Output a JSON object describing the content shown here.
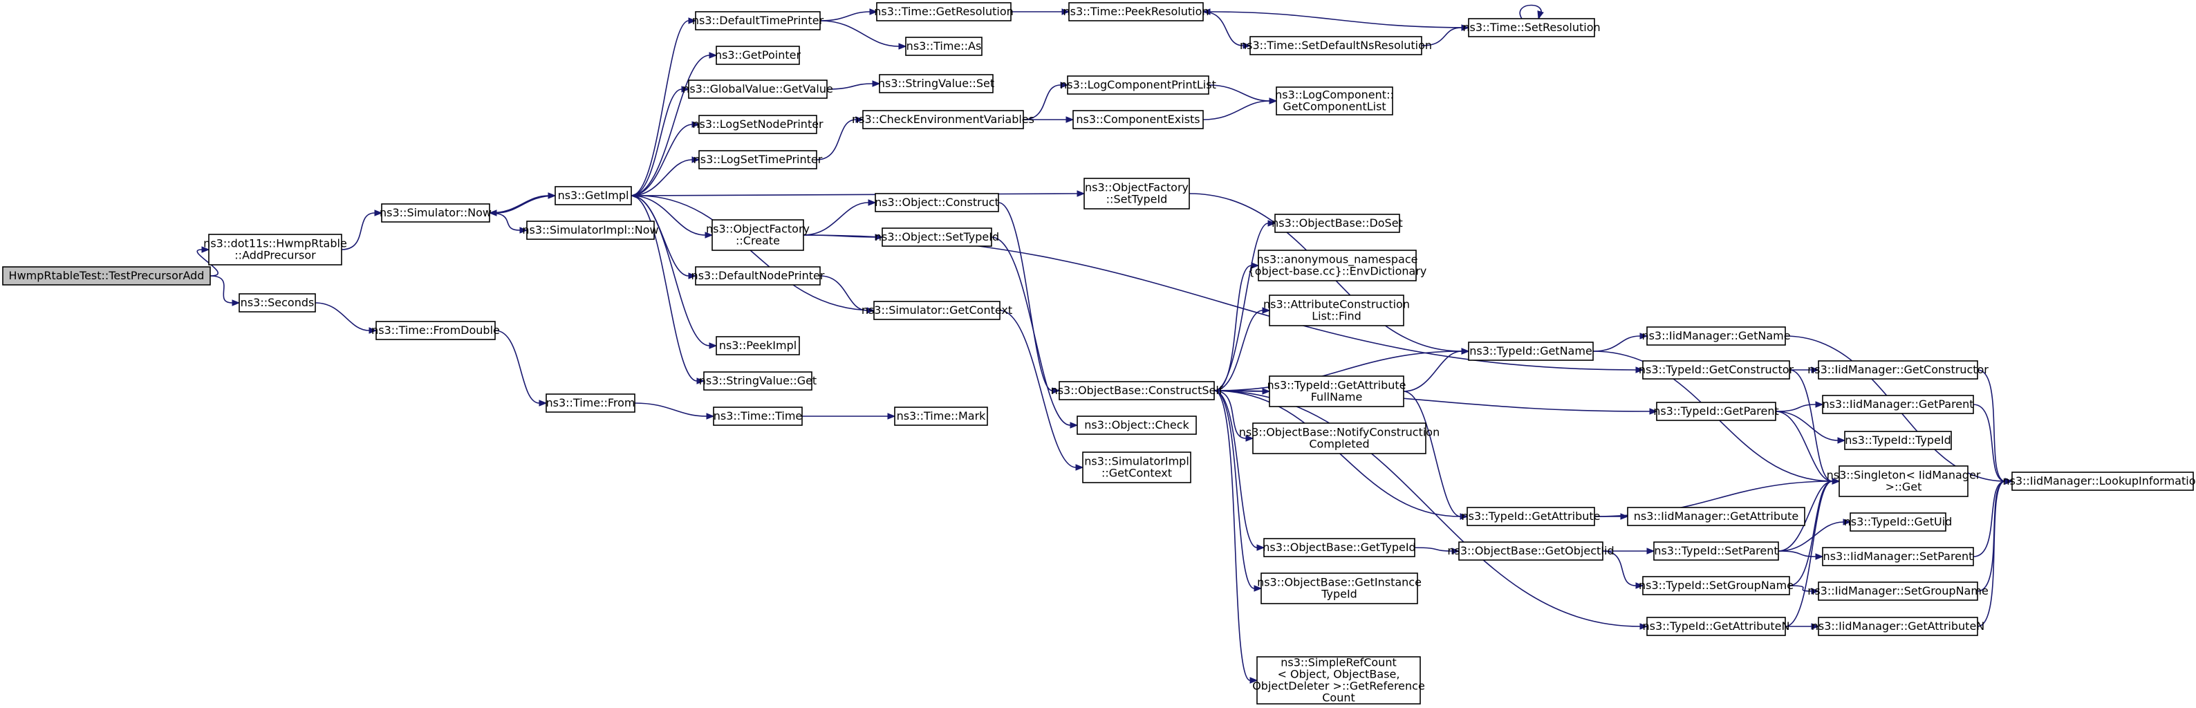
{
  "graph": {
    "edge_color": "#191970",
    "root_fill": "#bfbfbf",
    "nodes": [
      {
        "id": "root",
        "lines": [
          "HwmpRtableTest::TestPrecursorAdd"
        ],
        "root": true
      },
      {
        "id": "addPrecursor",
        "lines": [
          "ns3::dot11s::HwmpRtable",
          "::AddPrecursor"
        ]
      },
      {
        "id": "seconds",
        "lines": [
          "ns3::Seconds"
        ]
      },
      {
        "id": "simNow",
        "lines": [
          "ns3::Simulator::Now"
        ]
      },
      {
        "id": "fromDouble",
        "lines": [
          "ns3::Time::FromDouble"
        ]
      },
      {
        "id": "getImpl",
        "lines": [
          "ns3::GetImpl"
        ]
      },
      {
        "id": "simImplNow",
        "lines": [
          "ns3::SimulatorImpl::Now"
        ]
      },
      {
        "id": "timeFrom",
        "lines": [
          "ns3::Time::From"
        ]
      },
      {
        "id": "defTimePrinter",
        "lines": [
          "ns3::DefaultTimePrinter"
        ]
      },
      {
        "id": "getPointer",
        "lines": [
          "ns3::GetPointer"
        ]
      },
      {
        "id": "gvGetValue",
        "lines": [
          "ns3::GlobalValue::GetValue"
        ]
      },
      {
        "id": "logSetNodePrinter",
        "lines": [
          "ns3::LogSetNodePrinter"
        ]
      },
      {
        "id": "logSetTimePrinter",
        "lines": [
          "ns3::LogSetTimePrinter"
        ]
      },
      {
        "id": "ofCreate",
        "lines": [
          "ns3::ObjectFactory",
          "::Create"
        ]
      },
      {
        "id": "defNodePrinter",
        "lines": [
          "ns3::DefaultNodePrinter"
        ]
      },
      {
        "id": "peekImpl",
        "lines": [
          "ns3::PeekImpl"
        ]
      },
      {
        "id": "svGet",
        "lines": [
          "ns3::StringValue::Get"
        ]
      },
      {
        "id": "timeTime",
        "lines": [
          "ns3::Time::Time"
        ]
      },
      {
        "id": "timeGetRes",
        "lines": [
          "ns3::Time::GetResolution"
        ]
      },
      {
        "id": "timeAs",
        "lines": [
          "ns3::Time::As"
        ]
      },
      {
        "id": "svSet",
        "lines": [
          "ns3::StringValue::Set"
        ]
      },
      {
        "id": "checkEnv",
        "lines": [
          "ns3::CheckEnvironmentVariables"
        ]
      },
      {
        "id": "objConstruct",
        "lines": [
          "ns3::Object::Construct"
        ]
      },
      {
        "id": "objSetTypeId",
        "lines": [
          "ns3::Object::SetTypeId"
        ]
      },
      {
        "id": "simGetContext",
        "lines": [
          "ns3::Simulator::GetContext"
        ]
      },
      {
        "id": "timeMark",
        "lines": [
          "ns3::Time::Mark"
        ]
      },
      {
        "id": "timePeekRes",
        "lines": [
          "ns3::Time::PeekResolution"
        ]
      },
      {
        "id": "timeSetDefNs",
        "lines": [
          "ns3::Time::SetDefaultNsResolution"
        ]
      },
      {
        "id": "timeSetRes",
        "lines": [
          "ns3::Time::SetResolution"
        ]
      },
      {
        "id": "logCompPrintList",
        "lines": [
          "ns3::LogComponentPrintList"
        ]
      },
      {
        "id": "compExists",
        "lines": [
          "ns3::ComponentExists"
        ]
      },
      {
        "id": "logCompGetList",
        "lines": [
          "ns3::LogComponent::",
          "GetComponentList"
        ]
      },
      {
        "id": "ofSetTypeId",
        "lines": [
          "ns3::ObjectFactory",
          "::SetTypeId"
        ]
      },
      {
        "id": "obConstructSelf",
        "lines": [
          "ns3::ObjectBase::ConstructSelf"
        ]
      },
      {
        "id": "objCheck",
        "lines": [
          "ns3::Object::Check"
        ]
      },
      {
        "id": "simImplGetContext",
        "lines": [
          "ns3::SimulatorImpl",
          "::GetContext"
        ]
      },
      {
        "id": "obDoSet",
        "lines": [
          "ns3::ObjectBase::DoSet"
        ]
      },
      {
        "id": "envDict",
        "lines": [
          "ns3::anonymous_namespace",
          "{object-base.cc}::EnvDictionary"
        ]
      },
      {
        "id": "attrConstrFind",
        "lines": [
          "ns3::AttributeConstruction",
          "List::Find"
        ]
      },
      {
        "id": "tidGetAttrFullName",
        "lines": [
          "ns3::TypeId::GetAttribute",
          "FullName"
        ]
      },
      {
        "id": "obNotify",
        "lines": [
          "ns3::ObjectBase::NotifyConstruction",
          "Completed"
        ]
      },
      {
        "id": "obGetTypeId",
        "lines": [
          "ns3::ObjectBase::GetTypeId"
        ]
      },
      {
        "id": "obGetInstTid",
        "lines": [
          "ns3::ObjectBase::GetInstance",
          "TypeId"
        ]
      },
      {
        "id": "srcGetRef",
        "lines": [
          "ns3::SimpleRefCount",
          "< Object, ObjectBase,",
          "ObjectDeleter >::GetReference",
          "Count"
        ]
      },
      {
        "id": "tidGetName",
        "lines": [
          "ns3::TypeId::GetName"
        ]
      },
      {
        "id": "tidGetAttribute",
        "lines": [
          "ns3::TypeId::GetAttribute"
        ]
      },
      {
        "id": "obGetObjectIid",
        "lines": [
          "ns3::ObjectBase::GetObjectIid"
        ]
      },
      {
        "id": "iidGetName",
        "lines": [
          "ns3::IidManager::GetName"
        ]
      },
      {
        "id": "tidGetConstructor",
        "lines": [
          "ns3::TypeId::GetConstructor"
        ]
      },
      {
        "id": "tidGetParent",
        "lines": [
          "ns3::TypeId::GetParent"
        ]
      },
      {
        "id": "iidGetAttribute",
        "lines": [
          "ns3::IidManager::GetAttribute"
        ]
      },
      {
        "id": "tidSetParent",
        "lines": [
          "ns3::TypeId::SetParent"
        ]
      },
      {
        "id": "tidSetGroupName",
        "lines": [
          "ns3::TypeId::SetGroupName"
        ]
      },
      {
        "id": "tidGetAttributeN",
        "lines": [
          "ns3::TypeId::GetAttributeN"
        ]
      },
      {
        "id": "iidGetConstructor",
        "lines": [
          "ns3::IidManager::GetConstructor"
        ]
      },
      {
        "id": "iidGetParent",
        "lines": [
          "ns3::IidManager::GetParent"
        ]
      },
      {
        "id": "tidTypeId",
        "lines": [
          "ns3::TypeId::TypeId"
        ]
      },
      {
        "id": "singletonGet",
        "lines": [
          "ns3::Singleton< IidManager",
          ">::Get"
        ]
      },
      {
        "id": "tidGetUid",
        "lines": [
          "ns3::TypeId::GetUid"
        ]
      },
      {
        "id": "iidSetParent",
        "lines": [
          "ns3::IidManager::SetParent"
        ]
      },
      {
        "id": "iidSetGroupName",
        "lines": [
          "ns3::IidManager::SetGroupName"
        ]
      },
      {
        "id": "iidGetAttributeN",
        "lines": [
          "ns3::IidManager::GetAttributeN"
        ]
      },
      {
        "id": "iidLookup",
        "lines": [
          "ns3::IidManager::LookupInformation"
        ]
      }
    ],
    "edges": [
      [
        "root",
        "addPrecursor"
      ],
      [
        "root",
        "seconds"
      ],
      [
        "addPrecursor",
        "simNow"
      ],
      [
        "seconds",
        "fromDouble"
      ],
      [
        "simNow",
        "getImpl"
      ],
      [
        "simNow",
        "simImplNow"
      ],
      [
        "fromDouble",
        "timeFrom"
      ],
      [
        "getImpl",
        "simNow"
      ],
      [
        "getImpl",
        "defTimePrinter"
      ],
      [
        "getImpl",
        "getPointer"
      ],
      [
        "getImpl",
        "gvGetValue"
      ],
      [
        "getImpl",
        "logSetNodePrinter"
      ],
      [
        "getImpl",
        "logSetTimePrinter"
      ],
      [
        "getImpl",
        "ofCreate"
      ],
      [
        "getImpl",
        "defNodePrinter"
      ],
      [
        "getImpl",
        "peekImpl"
      ],
      [
        "getImpl",
        "svGet"
      ],
      [
        "getImpl",
        "ofSetTypeId"
      ],
      [
        "timeFrom",
        "timeTime"
      ],
      [
        "timeTime",
        "timeMark"
      ],
      [
        "defTimePrinter",
        "timeGetRes"
      ],
      [
        "defTimePrinter",
        "timeAs"
      ],
      [
        "timeGetRes",
        "timePeekRes"
      ],
      [
        "timePeekRes",
        "timeSetDefNs"
      ],
      [
        "timeSetDefNs",
        "timeSetRes"
      ],
      [
        "timeSetRes",
        "timePeekRes"
      ],
      [
        "timeSetRes",
        "timeSetRes"
      ],
      [
        "gvGetValue",
        "svSet"
      ],
      [
        "logSetTimePrinter",
        "checkEnv"
      ],
      [
        "checkEnv",
        "logCompPrintList"
      ],
      [
        "checkEnv",
        "compExists"
      ],
      [
        "logCompPrintList",
        "logCompGetList"
      ],
      [
        "compExists",
        "logCompGetList"
      ],
      [
        "ofCreate",
        "objConstruct"
      ],
      [
        "ofCreate",
        "objSetTypeId"
      ],
      [
        "ofCreate",
        "tidGetConstructor"
      ],
      [
        "defNodePrinter",
        "simGetContext"
      ],
      [
        "simGetContext",
        "getImpl"
      ],
      [
        "simGetContext",
        "simImplGetContext"
      ],
      [
        "objConstruct",
        "obConstructSelf"
      ],
      [
        "objSetTypeId",
        "objCheck"
      ],
      [
        "ofSetTypeId",
        "tidGetName"
      ],
      [
        "obConstructSelf",
        "obDoSet"
      ],
      [
        "obConstructSelf",
        "envDict"
      ],
      [
        "obConstructSelf",
        "attrConstrFind"
      ],
      [
        "obConstructSelf",
        "tidGetName"
      ],
      [
        "obConstructSelf",
        "tidGetAttrFullName"
      ],
      [
        "obConstructSelf",
        "obNotify"
      ],
      [
        "obConstructSelf",
        "tidGetParent"
      ],
      [
        "obConstructSelf",
        "tidGetAttribute"
      ],
      [
        "obConstructSelf",
        "obGetTypeId"
      ],
      [
        "obConstructSelf",
        "obGetInstTid"
      ],
      [
        "obConstructSelf",
        "srcGetRef"
      ],
      [
        "obConstructSelf",
        "tidGetAttributeN"
      ],
      [
        "tidGetAttrFullName",
        "tidGetName"
      ],
      [
        "tidGetAttrFullName",
        "tidGetAttribute"
      ],
      [
        "tidGetName",
        "iidGetName"
      ],
      [
        "tidGetName",
        "singletonGet"
      ],
      [
        "obGetTypeId",
        "obGetObjectIid"
      ],
      [
        "obGetObjectIid",
        "tidSetParent"
      ],
      [
        "obGetObjectIid",
        "tidSetGroupName"
      ],
      [
        "tidGetAttribute",
        "iidGetAttribute"
      ],
      [
        "tidGetAttribute",
        "singletonGet"
      ],
      [
        "iidGetName",
        "iidLookup"
      ],
      [
        "tidGetConstructor",
        "iidGetConstructor"
      ],
      [
        "tidGetConstructor",
        "singletonGet"
      ],
      [
        "tidGetParent",
        "iidGetParent"
      ],
      [
        "tidGetParent",
        "tidTypeId"
      ],
      [
        "tidGetParent",
        "singletonGet"
      ],
      [
        "tidSetParent",
        "tidGetUid"
      ],
      [
        "tidSetParent",
        "iidSetParent"
      ],
      [
        "tidSetParent",
        "singletonGet"
      ],
      [
        "tidSetGroupName",
        "iidSetGroupName"
      ],
      [
        "tidSetGroupName",
        "singletonGet"
      ],
      [
        "tidGetAttributeN",
        "iidGetAttributeN"
      ],
      [
        "tidGetAttributeN",
        "singletonGet"
      ],
      [
        "iidGetConstructor",
        "iidLookup"
      ],
      [
        "iidGetParent",
        "iidLookup"
      ],
      [
        "iidSetParent",
        "iidLookup"
      ],
      [
        "iidSetGroupName",
        "iidLookup"
      ],
      [
        "iidGetAttributeN",
        "iidLookup"
      ]
    ]
  }
}
